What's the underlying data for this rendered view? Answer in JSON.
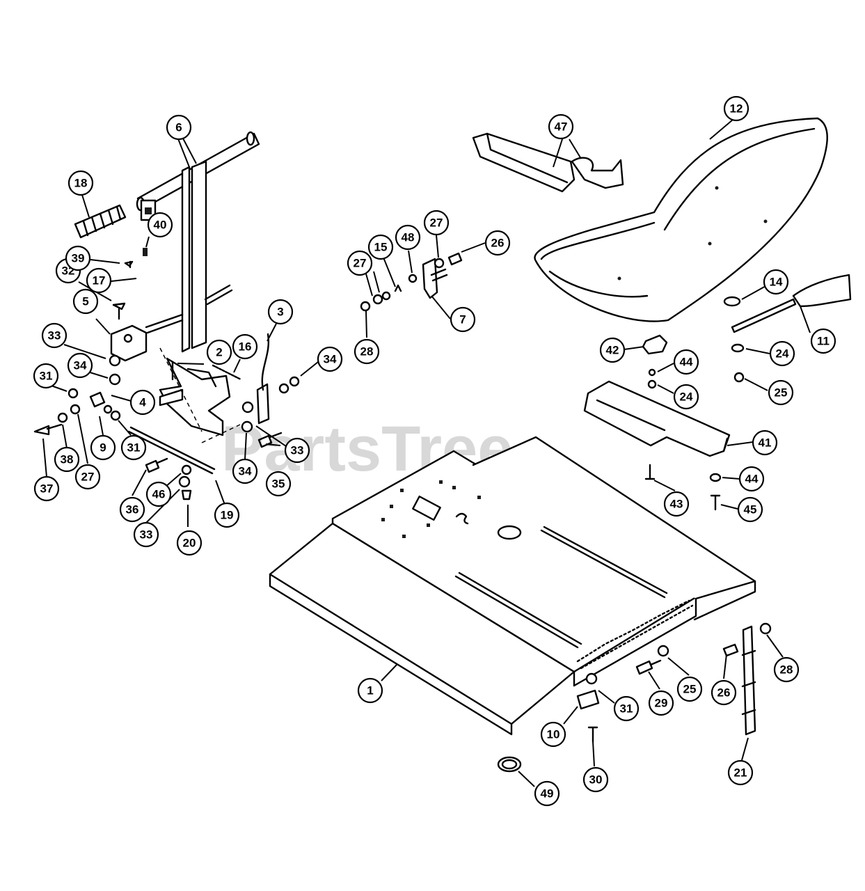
{
  "watermark": {
    "text": "PartsTree",
    "mark": "™"
  },
  "callouts": {
    "c1": "1",
    "c2": "2",
    "c3": "3",
    "c4": "4",
    "c5": "5",
    "c6": "6",
    "c7": "7",
    "c9": "9",
    "c10": "10",
    "c11": "11",
    "c12": "12",
    "c14": "14",
    "c15": "15",
    "c16": "16",
    "c17": "17",
    "c18": "18",
    "c19": "19",
    "c20": "20",
    "c21": "21",
    "c24a": "24",
    "c24b": "24",
    "c25a": "25",
    "c25b": "25",
    "c26a": "26",
    "c26b": "26",
    "c27a": "27",
    "c27b": "27",
    "c27c": "27",
    "c28a": "28",
    "c28b": "28",
    "c29": "29",
    "c30": "30",
    "c31a": "31",
    "c31b": "31",
    "c31c": "31",
    "c32": "32",
    "c33a": "33",
    "c33b": "33",
    "c33c": "33",
    "c34a": "34",
    "c34b": "34",
    "c34c": "34",
    "c35": "35",
    "c36": "36",
    "c37": "37",
    "c38": "38",
    "c39": "39",
    "c40": "40",
    "c41": "41",
    "c42": "42",
    "c43": "43",
    "c44a": "44",
    "c44b": "44",
    "c45": "45",
    "c46": "46",
    "c47": "47",
    "c48": "48",
    "c49": "49"
  }
}
